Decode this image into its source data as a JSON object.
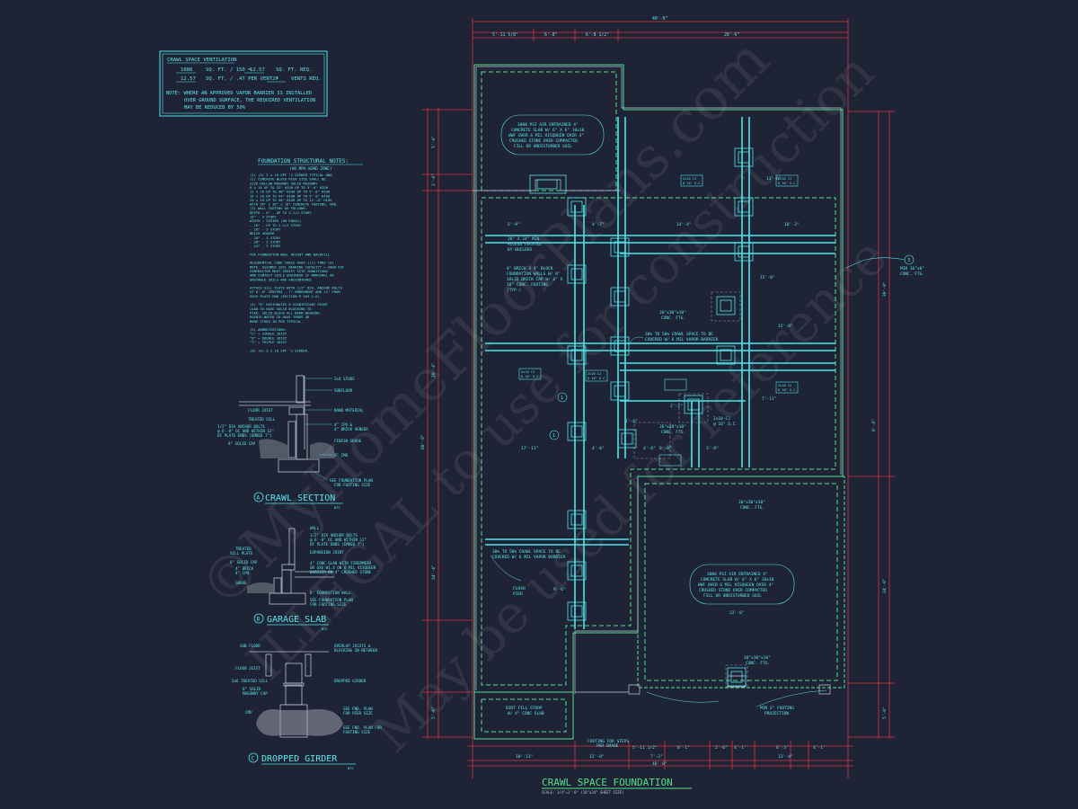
{
  "title": "CRAWL SPACE FOUNDATION",
  "scale": "SCALE: 1/4\"=1'-0\" (18\"x24\" SHEET SIZE)",
  "colors": {
    "background": "#1f2336",
    "cyan": "#4fe4ea",
    "red": "#e0303c",
    "green": "#4fe38a",
    "gray": "#b8c2cc"
  },
  "ventilation": {
    "heading": "CRAWL SPACE VENTILATION",
    "row1": {
      "a": "1886",
      "b": "SQ. FT. / 150 =",
      "c": "12.57",
      "d": "SQ. FT. REQ."
    },
    "row2": {
      "a": "12.57",
      "b": "SQ. FT. / .47 PER VENT =",
      "c": "27",
      "d": "VENTS REQ."
    },
    "note": [
      "NOTE: WHERE AN APPROVED VAPOR BARRIER IS INSTALLED",
      "OVER GROUND SURFACE, THE REQUIRED VENTILATION",
      "MAY BE REDUCED BY 50%"
    ]
  },
  "notes": {
    "heading": "FOUNDATION STRUCTURAL NOTES:",
    "sub": "(90 MPH WIND ZONE)",
    "lines": [
      "(1) (3) 2 x 10 SPF '2 GIRDER TYPICAL UNO.",
      "(2) CONCRETE BLOCK PIER SIZE SHALL BE:",
      "      SIZE   HOLLOW MASONRY   SOLID MASONRY",
      "      8 x 16     UP TO 32\" HIGH     UP TO 5'-0\" HIGH",
      "      12 x 16    UP TO 48\" HIGH     UP TO 5'-0\" HIGH",
      "      16 x 16    UP TO 64\" HIGH     UP TO 9'-0\" HIGH",
      "      24 x 24    UP TO 96\" HIGH     UP TO 12'-0\" HIGH",
      "   WITH 36\" x 36\" x 10\" CONCRETE FOOTING, UNO.",
      "(3) WALL FOOTING AS FOLLOWS:",
      "   DEPTH : 8\" - UP TO 2-1/2 STORY",
      "              10\" - 3 STORY",
      "   WIDTH : SIDING (OR EQUAL)",
      "              - 16\" - UP TO 2-1/2 STORY",
      "              - 18\" - 3 STORY",
      "            BRICK VENEER",
      "              - 20\" - 1 STORY",
      "              - 20\" - 2 STORY",
      "              - 24\" - 3 STORY",
      "",
      "   FOR FOUNDATION WALL HEIGHT AND BACKFILL",
      "",
      "   RESIDENTIAL CODE TABLE R404.1(1) THRU (4)",
      "   NOTE: ASSUMED SOIL BEARING CAPACITY = 2000 PSF.",
      "   CONTRACTOR MUST VERIFY SITE CONDITIONS",
      "   AND CONTACT SOILS ENGINEER IF MARGINAL OR",
      "   UNSTABLE SOILS ARE ENCOUNTERED.",
      "",
      "   ATTACH SILL PLATE WITH 1/2\" DIA. ANCHOR BOLTS",
      "   AT 6'-0\" CENTERS - 7\" EMBEDMENT AND 12\" FROM",
      "   EACH PLATE END (SECTION R 403.1.6)",
      "",
      "(4) \"B\" DESIGNATES A SIGNIFICANT POINT",
      "   LOAD TO HAVE SOLID BLOCKING TO",
      "   PIER. SOLID BLOCK ALL BEAM BEARING",
      "   POINTS NOTED TO HAVE THREE OR",
      "   MORE STUDS IN PER TYPICAL.",
      "",
      "(5) ABBREVIATIONS:",
      "     \"S\" = SINGLE JOIST",
      "     \"D\" = DOUBLE JOIST",
      "     \"T\" = TRIPLE JOIST",
      "",
      "(6) (4) 2 x 10 SPF '2 GIRDER."
    ]
  },
  "details": {
    "crawl": {
      "letter": "A",
      "title": "CRAWL SECTION",
      "nts": "NTS",
      "labels": [
        "2x4 STUDS",
        "SUBFLOOR",
        "FLOOR JOIST",
        "BAND MATERIAL",
        "TREATED SILL",
        "1/2\" DIA ANCHOR BOLTS",
        "@ 6'-0\" OC AND WITHIN 12\"",
        "OF PLATE ENDS (EMBED 7\")",
        "4\" CPU &",
        "4\" BRICK VENEER",
        "8\" SOLID CAP",
        "FINISH GRADE",
        "8\" CMU",
        "SEE FOUNDATION PLAN",
        "FOR FOOTING SIZE"
      ]
    },
    "garage": {
      "letter": "B",
      "title": "GARAGE SLAB",
      "nts": "NTS",
      "labels": [
        "WALL",
        "1/2\" DIA ANCHOR BOLTS",
        "@ 6'-0\" OC AND WITHIN 12\"",
        "OF PLATE ENDS (EMBED 7\")",
        "TREATED",
        "SILL PLATE",
        "EXPANSION JOINT",
        "8\" SOLID CAP",
        "4\" BRICK",
        "4\" CPU",
        "4\" CONC SLAB WITH FIBERMESH",
        "OR 6X6 W1.4 ON 6 MIL VISQUEEN",
        "BARRIER ON 4\" CRUSHED STONE",
        "GRADE",
        "8\" FOUNDATION WALL",
        "SEE FOUNDATION PLAN",
        "FOR FOOTING SIZE"
      ]
    },
    "girder": {
      "letter": "C",
      "title": "DROPPED GIRDER",
      "nts": "NTS",
      "labels": [
        "SUB FLOOR",
        "OVERLAP JOISTS &",
        "BLOCKING IN BETWEEN",
        "FLOOR JOIST",
        "DROPPED GIRDER",
        "2x6 TREATED SILL",
        "8\" SOLID",
        "MASONRY CAP",
        "CMU",
        "SEE FND. PLAN",
        "FOR PIER SIZE",
        "SEE FND. PLAN FOR",
        "FOOTING SIZE"
      ]
    }
  },
  "plan": {
    "top_dims": [
      "40'-0\"",
      "5'-11 5/8\"",
      "6'-8\"",
      "6'-8 1/2\"",
      "20'-6\""
    ],
    "bottom_dims": [
      "10'-11\"",
      "12'-8\"",
      "5'-11 1/2\"",
      "8'-1\"",
      "2'-0\"",
      "4'-1\"",
      "6'-3\"",
      "4'-1\"",
      "7'-2\"",
      "13'-4\"",
      "48'-0\""
    ],
    "interior_dims": [
      "5'-9\"",
      "4'-7\"",
      "14'-4\"",
      "10'-3\"",
      "12'-8\"",
      "17'-11\"",
      "4'-0\"",
      "4'-8\"",
      "8'-8\"",
      "3'-8\"",
      "7'-11\"",
      "2'-1\"",
      "1'-8\"",
      "13'-6\"",
      "22'-6\"",
      "9'-6\"",
      "15'-0\""
    ],
    "left_dims": [
      "5'-4\"",
      "2'-4\"",
      "60'-0\"",
      "20'-4\"",
      "34'-4\"",
      "5'-0\""
    ],
    "right_dims": [
      "30'-0\"",
      "34'-0\"",
      "5'-0\"",
      "6'-4\""
    ],
    "notes": {
      "slab_top": [
        "3000 PSI AIR ENTRAINED 4\"",
        "CONCRETE SLAB W/ 6\" X 6\" 10x10",
        "WWF OVER 6 MIL VISQUEEN OVER 4\"",
        "CRUSHED STONE OVER COMPACTED",
        "FILL OR UNDISTURBED SOIL"
      ],
      "slab_garage": [
        "3000 PSI AIR ENTRAINED 4\"",
        "CONCRETE SLAB W/ 6\" X 6\" 10x10",
        "WWF OVER 6 MIL VISQUEEN OVER 4\"",
        "CRUSHED STONE OVER COMPACTED",
        "FILL OR UNDISTURBED SOIL"
      ],
      "access": [
        "36\" X 24\" MIN.",
        "ACCESS LOCATED",
        "BY BUILDER"
      ],
      "block": [
        "4\" BRICK X 4\" BLOCK",
        "FOUNDATION WALLS W/ 8\"",
        "SOLID BRICK CAP W/ 8\" X",
        "16\" CONC. FOOTING",
        "(TYP.)"
      ],
      "ftg_right": [
        "MIN 16\"x8\"",
        "CONC. FTG."
      ],
      "ftg_30": [
        "30\"x30\"x10\"",
        "CONC. FTG."
      ],
      "vapor1": [
        "30% TO 50% CRAWL SPACE TO BE",
        "COVERED W/ 6 MIL VAPOR BARRIER"
      ],
      "vapor2": [
        "30% TO 50% CRAWL SPACE TO BE",
        "COVERED W/ 6 MIL VAPOR BARRIER"
      ],
      "ftg_36_48": [
        "36\"x48\"x10\"",
        "CONC. FTG."
      ],
      "joist_2x10": [
        "2x10 CJ",
        "@ 16\" O.C."
      ],
      "ftg_30_b": [
        "30\"x30\"x10\"",
        "CONC. FTG."
      ],
      "ftg_30_c": [
        "30\"x30\"x10\"",
        "CONC. FTG."
      ],
      "flush_pier": [
        "FLUSH",
        "PIER"
      ],
      "stoop": [
        "DIRT FILL STOOP",
        "W/ 4\" CONC SLAB"
      ],
      "ftg_steps": [
        "FOOTING FOR STEPS",
        "PER GRADE"
      ],
      "min_footing": [
        "MIN 3\" FOOTING",
        "PROJECTION"
      ]
    },
    "joist_tags": [
      "2x10 CJ",
      "@ 16\" O.C.",
      "2x10 CJ",
      "@ 16\" O.C.",
      "2x10 CJ",
      "@ 16\" O.C.",
      "2x10 CJ",
      "@ 16\" O.C.",
      "2x10 CJ",
      "@ 16\" O.C."
    ],
    "callouts": [
      "1",
      "1",
      "3"
    ]
  },
  "watermark": [
    "©MyHomeFloorPlans.com",
    "ILLEGAL to use for construction",
    "May be used for reference"
  ]
}
